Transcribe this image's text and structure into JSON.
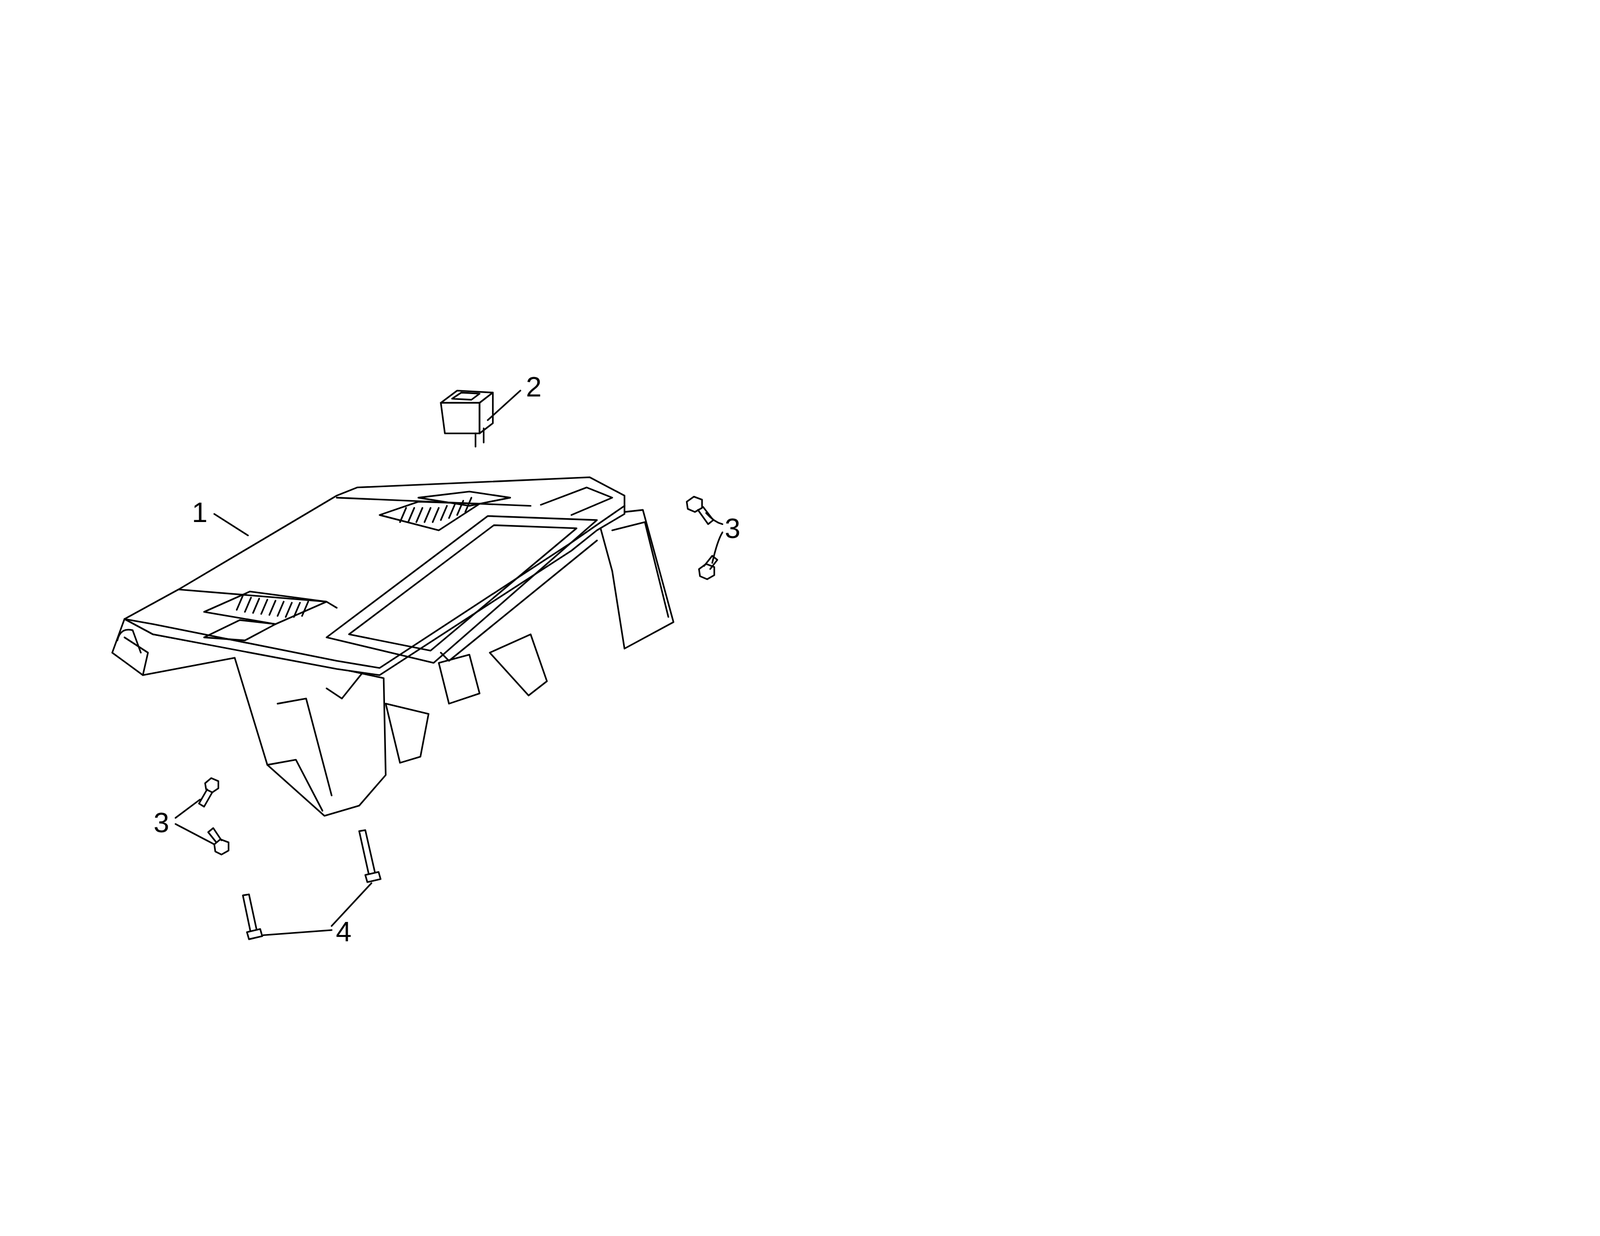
{
  "diagram": {
    "labels": [
      "1",
      "2",
      "3",
      "3",
      "4"
    ]
  }
}
